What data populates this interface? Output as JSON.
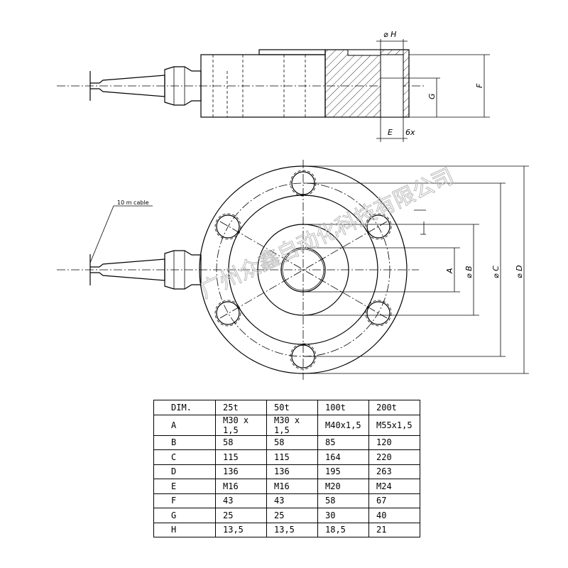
{
  "drawing": {
    "side_view_labels": {
      "phi_h": "⌀ H",
      "f": "F",
      "g": "G",
      "e": "E",
      "count": "6x"
    },
    "top_view_labels": {
      "cable": "10 m cable",
      "a": "A",
      "phi_b": "⌀ B",
      "phi_c": "⌀ C",
      "phi_d": "⌀ D"
    },
    "watermark": "广州众鑫自动化科技有限公司"
  },
  "table": {
    "headers": [
      "DIM.",
      "25t",
      "50t",
      "100t",
      "200t"
    ],
    "rows": [
      [
        "A",
        "M30 x 1,5",
        "M30 x 1,5",
        "M40x1,5",
        "M55x1,5"
      ],
      [
        "B",
        "58",
        "58",
        "85",
        "120"
      ],
      [
        "C",
        "115",
        "115",
        "164",
        "220"
      ],
      [
        "D",
        "136",
        "136",
        "195",
        "263"
      ],
      [
        "E",
        "M16",
        "M16",
        "M20",
        "M24"
      ],
      [
        "F",
        "43",
        "43",
        "58",
        "67"
      ],
      [
        "G",
        "25",
        "25",
        "30",
        "40"
      ],
      [
        "H",
        "13,5",
        "13,5",
        "18,5",
        "21"
      ]
    ]
  }
}
